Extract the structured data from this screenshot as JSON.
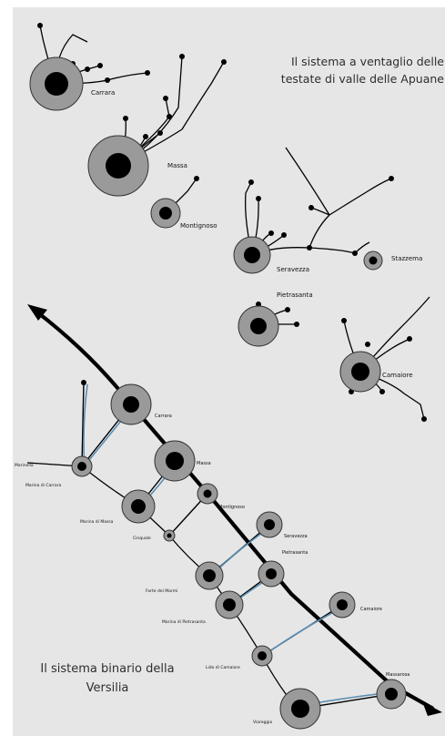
{
  "figure": {
    "top_title": {
      "line1": "Il sistema a ventaglio delle",
      "line2": "testate di valle delle Apuane"
    },
    "bottom_title": {
      "line1": "Il sistema binario della",
      "line2": "Versilia"
    }
  },
  "fan_system": {
    "towns": [
      {
        "name": "Carrara"
      },
      {
        "name": "Massa"
      },
      {
        "name": "Montignoso"
      },
      {
        "name": "Seravezza"
      },
      {
        "name": "Stazzema"
      },
      {
        "name": "Pietrasanta"
      },
      {
        "name": "Camaiore"
      }
    ]
  },
  "binary_system": {
    "inland_towns": [
      {
        "name": "Carrara"
      },
      {
        "name": "Massa"
      },
      {
        "name": "Montignoso"
      },
      {
        "name": "Seravezza"
      },
      {
        "name": "Pietrasanta"
      },
      {
        "name": "Camaiore"
      },
      {
        "name": "Massarosa"
      }
    ],
    "coastal_towns": [
      {
        "name": "Marinella"
      },
      {
        "name": "Marina di Carrara"
      },
      {
        "name": "Marina di Massa"
      },
      {
        "name": "Cinquale"
      },
      {
        "name": "Forte dei Marmi"
      },
      {
        "name": "Marina di Pietrasanta"
      },
      {
        "name": "Lido di Camaiore"
      },
      {
        "name": "Viareggio"
      }
    ]
  },
  "colors": {
    "background": "#e6e6e6",
    "halo": "#9a9a9a",
    "core": "#000000",
    "river": "#5b8fb3"
  }
}
